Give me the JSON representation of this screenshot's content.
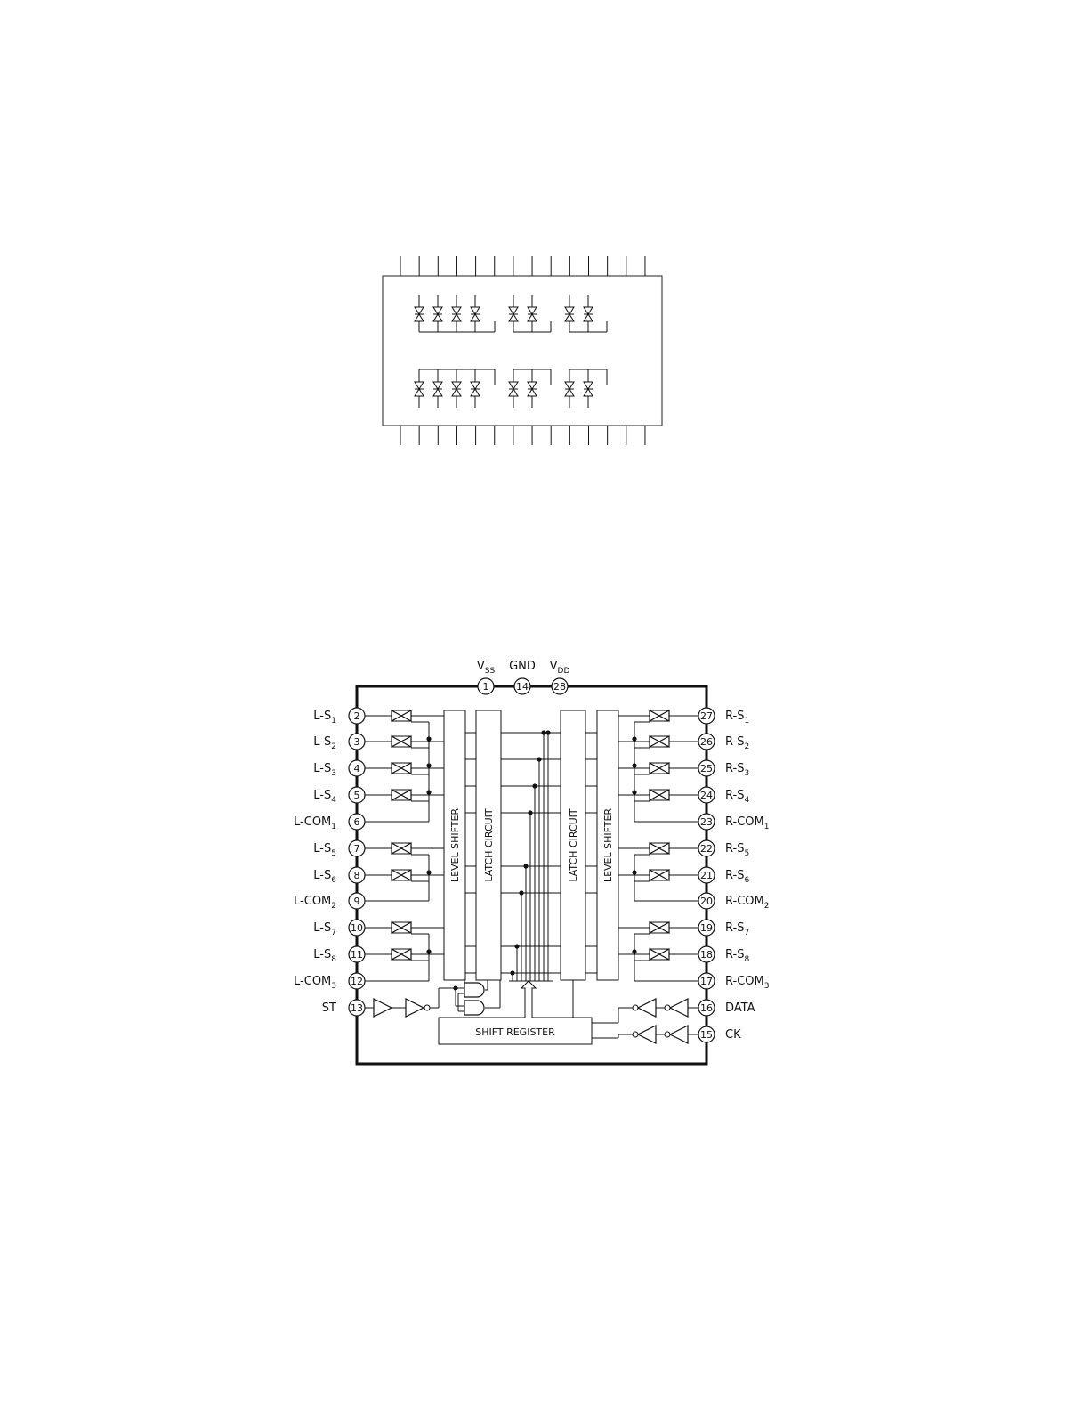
{
  "power_pins": [
    {
      "num": "1",
      "label_main": "V",
      "label_sub": "SS"
    },
    {
      "num": "14",
      "label_main": "GND",
      "label_sub": ""
    },
    {
      "num": "28",
      "label_main": "V",
      "label_sub": "DD"
    }
  ],
  "left_pins": [
    {
      "num": "2",
      "main": "L-S",
      "sub": "1"
    },
    {
      "num": "3",
      "main": "L-S",
      "sub": "2"
    },
    {
      "num": "4",
      "main": "L-S",
      "sub": "3"
    },
    {
      "num": "5",
      "main": "L-S",
      "sub": "4"
    },
    {
      "num": "6",
      "main": "L-COM",
      "sub": "1"
    },
    {
      "num": "7",
      "main": "L-S",
      "sub": "5"
    },
    {
      "num": "8",
      "main": "L-S",
      "sub": "6"
    },
    {
      "num": "9",
      "main": "L-COM",
      "sub": "2"
    },
    {
      "num": "10",
      "main": "L-S",
      "sub": "7"
    },
    {
      "num": "11",
      "main": "L-S",
      "sub": "8"
    },
    {
      "num": "12",
      "main": "L-COM",
      "sub": "3"
    },
    {
      "num": "13",
      "main": "ST",
      "sub": ""
    }
  ],
  "right_pins": [
    {
      "num": "27",
      "main": "R-S",
      "sub": "1"
    },
    {
      "num": "26",
      "main": "R-S",
      "sub": "2"
    },
    {
      "num": "25",
      "main": "R-S",
      "sub": "3"
    },
    {
      "num": "24",
      "main": "R-S",
      "sub": "4"
    },
    {
      "num": "23",
      "main": "R-COM",
      "sub": "1"
    },
    {
      "num": "22",
      "main": "R-S",
      "sub": "5"
    },
    {
      "num": "21",
      "main": "R-S",
      "sub": "6"
    },
    {
      "num": "20",
      "main": "R-COM",
      "sub": "2"
    },
    {
      "num": "19",
      "main": "R-S",
      "sub": "7"
    },
    {
      "num": "18",
      "main": "R-S",
      "sub": "8"
    },
    {
      "num": "17",
      "main": "R-COM",
      "sub": "3"
    },
    {
      "num": "16",
      "main": "DATA",
      "sub": ""
    },
    {
      "num": "15",
      "main": "CK",
      "sub": ""
    }
  ],
  "blocks": {
    "level_shifter_left": "LEVEL SHIFTER",
    "latch_left": "LATCH CIRCUIT",
    "latch_right": "LATCH CIRCUIT",
    "level_shifter_right": "LEVEL SHIFTER",
    "shift_register": "SHIFT REGISTER"
  }
}
